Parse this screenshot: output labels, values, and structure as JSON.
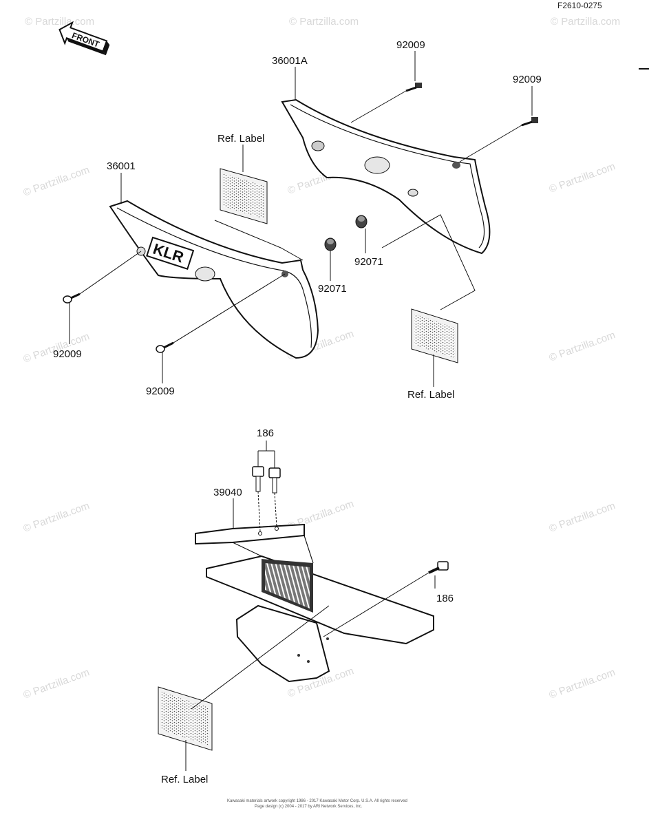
{
  "figure_code": "F2610-0275",
  "front_arrow": {
    "label": "FRONT",
    "icon": "front-arrow-icon"
  },
  "watermark": "© Partzilla.com",
  "callouts": {
    "side_cover_right": "36001A",
    "side_cover_left": "36001",
    "bolt_right_top": "92009",
    "bolt_right_side": "92009",
    "bolt_left_lower": "92009",
    "bolt_left_bottom": "92009",
    "grommet_right": "92071",
    "grommet_left": "92071",
    "label_left_top": "Ref. Label",
    "label_right_bottom": "Ref. Label",
    "guard": "39040",
    "bolts_guard_top": "186",
    "bolt_guard_side": "186",
    "label_bottom": "Ref. Label"
  },
  "emblem_text": "KLR",
  "footer": {
    "line1": "Kawasaki materials artwork copyright 1986 - 2017 Kawasaki Motor Corp. U.S.A. All rights reserved",
    "line2": "Page design (c) 2004 - 2017 by ARI Network Services, Inc."
  }
}
